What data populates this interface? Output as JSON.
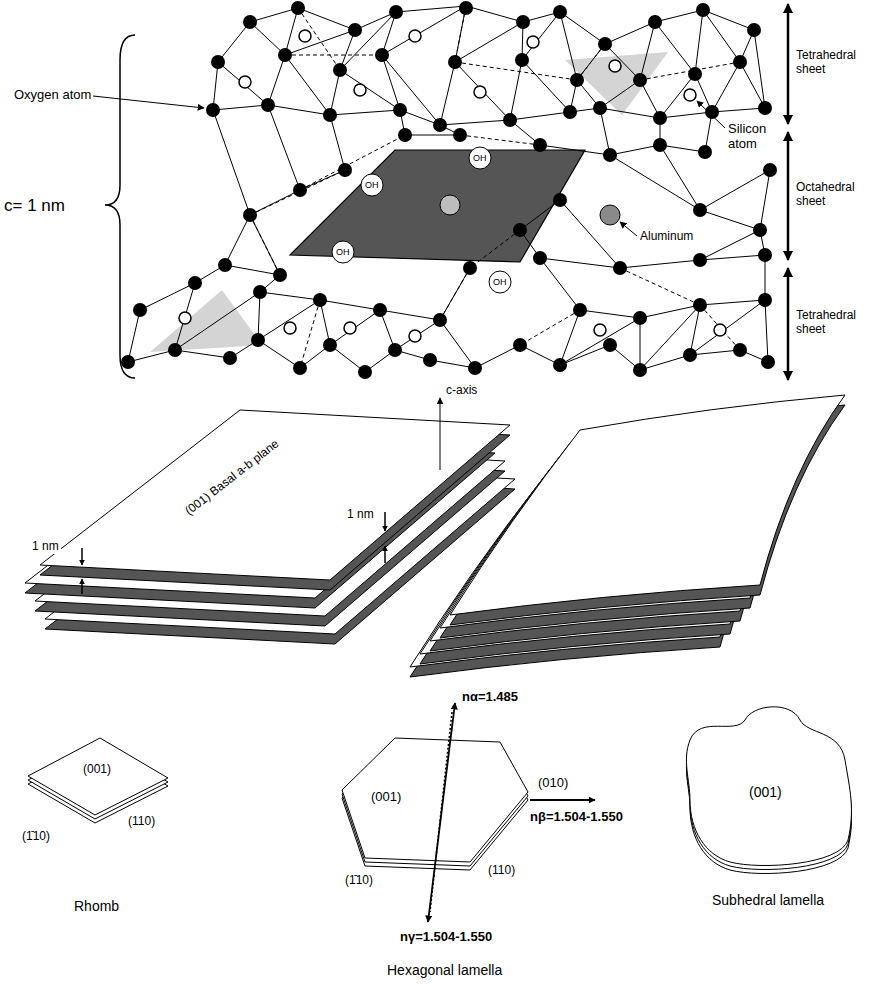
{
  "diagram": {
    "labels": [
      "c= 1 nm",
      "Oxygen atom",
      "Silicon atom",
      "OH",
      "OH",
      "Aluminum",
      "OH",
      "OH",
      "Tetrahedral sheet",
      "Octahedral sheet",
      "Tetrahedral sheet",
      "c-axis",
      "(001) Basal a-b plane",
      "1 nm",
      "1 nm",
      "nα=1.485",
      "(001)",
      "(1̄10)",
      "(110)",
      "(001)",
      "(010)",
      "nβ=1.504-1.550",
      "(1̄10)",
      "(110)",
      "nγ=1.504-1.550",
      "(001)",
      "Rhomb",
      "Hexagonal lamella",
      "Subhedral lamella"
    ]
  }
}
